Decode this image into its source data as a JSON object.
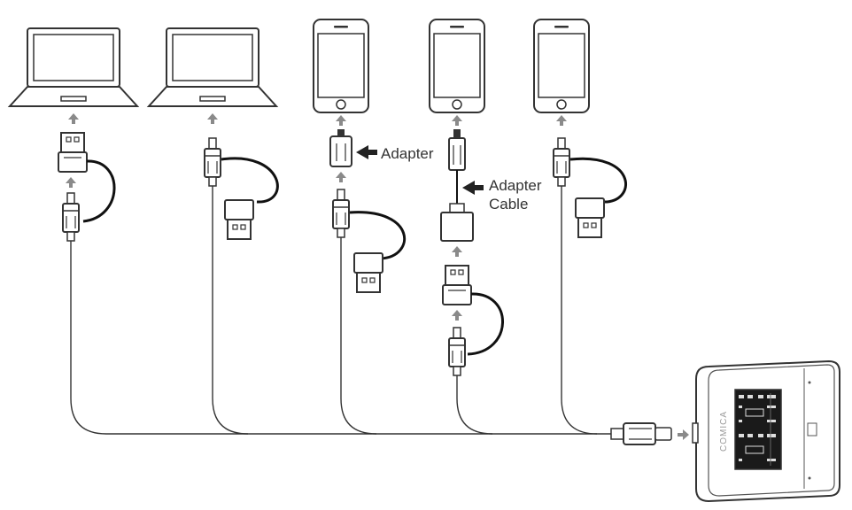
{
  "labels": {
    "adapter": "Adapter",
    "adapter_cable_line1": "Adapter",
    "adapter_cable_line2": "Cable"
  },
  "device": {
    "brand": "COMICA"
  },
  "hosts": [
    {
      "type": "laptop",
      "icon": "laptop-icon"
    },
    {
      "type": "laptop",
      "icon": "laptop-icon"
    },
    {
      "type": "phone",
      "icon": "phone-icon"
    },
    {
      "type": "phone",
      "icon": "phone-icon"
    },
    {
      "type": "phone",
      "icon": "phone-icon"
    }
  ],
  "colors": {
    "line": "#3a3a3a",
    "arrow": "#8a8a8a",
    "cable": "#111111"
  }
}
